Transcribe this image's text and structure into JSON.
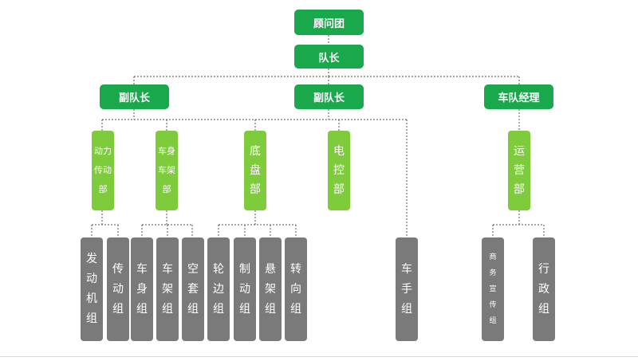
{
  "top": {
    "advisory": "顾问团",
    "captain": "队长"
  },
  "leaders": {
    "vice_left": "副队长",
    "vice_mid": "副队长",
    "manager": "车队经理"
  },
  "departments": {
    "powertrain": "动力传动部",
    "body_frame": "车身车架部",
    "chassis": "底盘部",
    "electric": "电控部",
    "operations": "运营部"
  },
  "teams": {
    "engine": "发动机组",
    "transmission": "传动组",
    "body": "车身组",
    "frame": "车架组",
    "aero": "空套组",
    "wheel": "轮边组",
    "brake": "制动组",
    "suspension": "悬架组",
    "steering": "转向组",
    "driver": "车手组",
    "business": "商务宣传组",
    "admin": "行政组"
  },
  "colors": {
    "leader_green": "#1aa84d",
    "dept_green": "#7ecb3c",
    "team_gray": "#7a7a7a"
  }
}
